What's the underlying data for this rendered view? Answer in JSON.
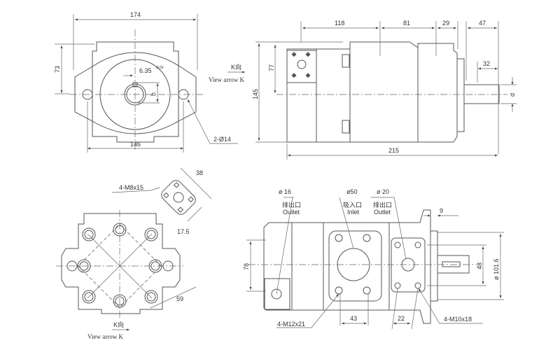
{
  "front_view": {
    "dim_width": "174",
    "dim_height": "73",
    "dim_bolt_spacing": "146",
    "dim_key": "6.35",
    "dim_key_tol": "-0.03",
    "dim_h": "h",
    "holes_label": "2-Ø14",
    "view_arrow_cn": "K向",
    "view_arrow_en": "View arrow K"
  },
  "side_view": {
    "dim_118": "118",
    "dim_81": "81",
    "dim_29": "29",
    "dim_47": "47",
    "dim_32": "32",
    "dim_145": "145",
    "dim_77": "77",
    "dim_215": "215",
    "dim_d": "d"
  },
  "port_detail": {
    "bolts_label": "4-M8x15",
    "dim_38": "38",
    "dim_17_5": "17.5",
    "dim_59": "59",
    "view_arrow_cn": "K向",
    "view_arrow_en": "View arrow K"
  },
  "top_view": {
    "outlet1_dia": "ø 16",
    "outlet1_cn": "排出口",
    "outlet1_en": "Outlet",
    "inlet_dia": "ø50",
    "inlet_cn": "吸入口",
    "inlet_en": "Inlet",
    "outlet2_dia": "ø 20",
    "outlet2_cn": "排出口",
    "outlet2_en": "Outlet",
    "dim_9": "9",
    "dim_78": "78",
    "dim_48": "48",
    "dim_pilot": "ø 101.6",
    "dim_43": "43",
    "dim_22": "22",
    "bolts_inlet": "4-M12x21",
    "bolts_outlet": "4-M10x18"
  }
}
